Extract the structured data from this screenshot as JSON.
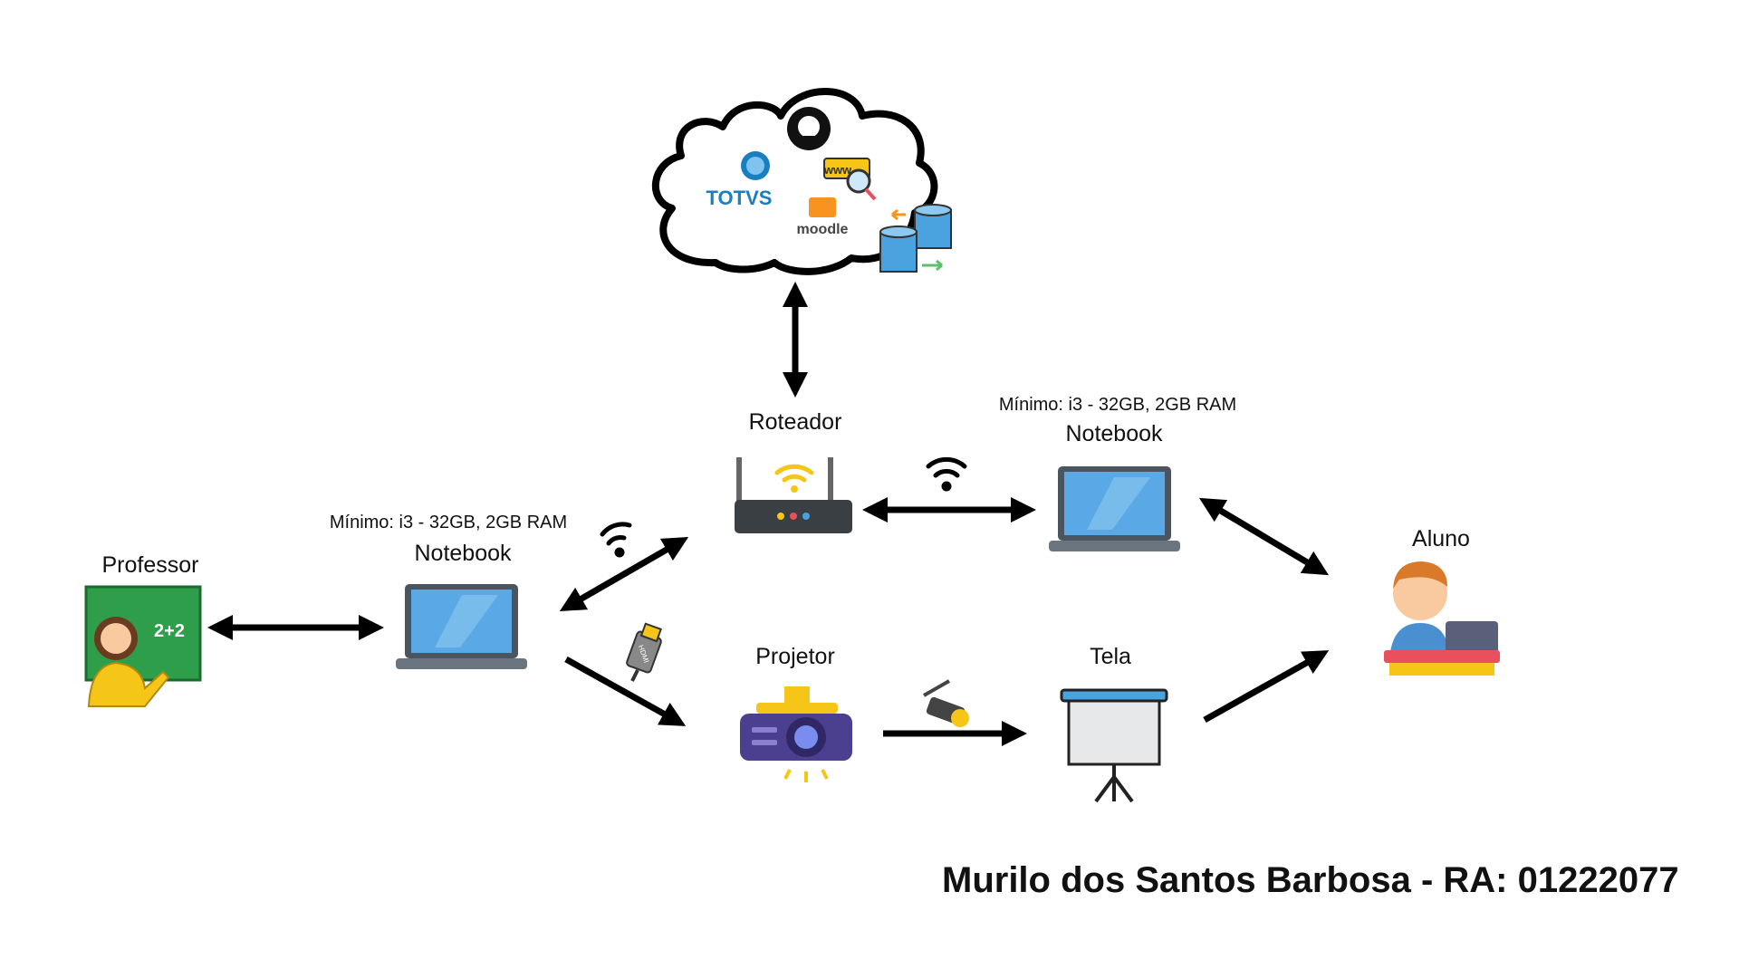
{
  "cloud": {
    "totvs": "TOTVS",
    "www": "www",
    "moodle": "moodle"
  },
  "nodes": {
    "roteador": "Roteador",
    "notebook_right": "Notebook",
    "notebook_left": "Notebook",
    "professor": "Professor",
    "aluno": "Aluno",
    "projetor": "Projetor",
    "tela": "Tela",
    "board_math": "2+2",
    "hdmi": "HDMI"
  },
  "specs": {
    "right": "Mínimo: i3 - 32GB, 2GB RAM",
    "left": "Mínimo: i3 - 32GB, 2GB RAM"
  },
  "footer": {
    "author": "Murilo dos Santos Barbosa  - RA: 01222077"
  },
  "colors": {
    "laptop_screen": "#5aa9e6",
    "laptop_body": "#4a5560",
    "router_body": "#3a3f44",
    "wifi_yellow": "#f5c518",
    "board_green": "#2e9e4a",
    "projector_purple": "#4b3f8f",
    "projector_yellow": "#f5c518",
    "desk_red": "#e8505b",
    "db_blue": "#4aa3df",
    "moodle_orange": "#f7931e",
    "totvs_blue": "#1a7fc1"
  }
}
